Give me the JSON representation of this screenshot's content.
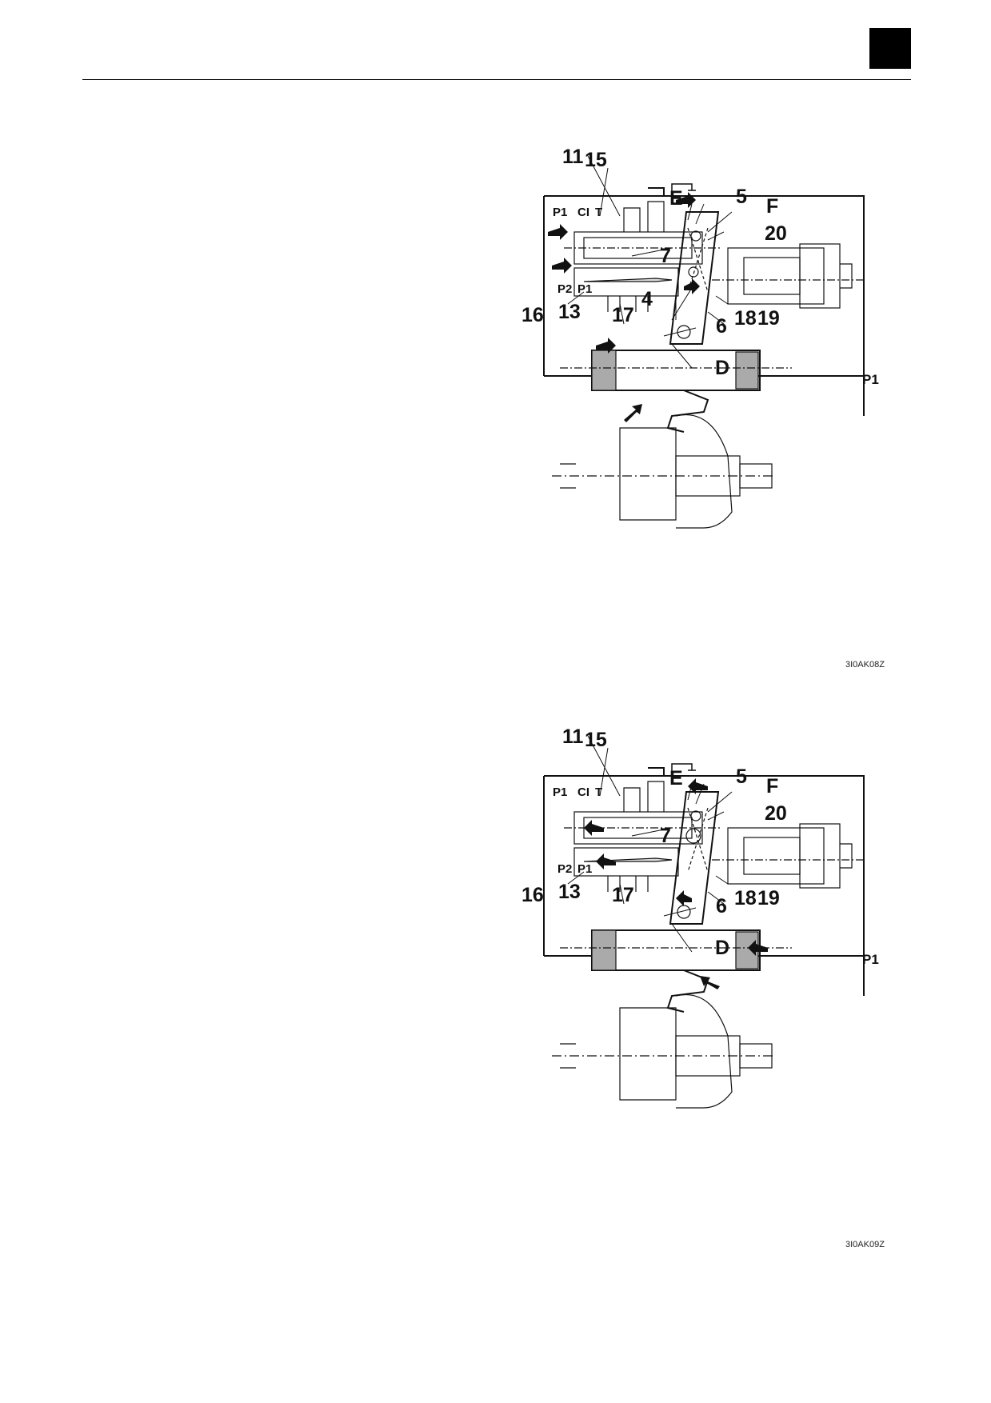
{
  "figures": [
    {
      "id": "top",
      "code": "3I0AK08Z",
      "labels": {
        "n11": "11",
        "n15": "15",
        "E": "E",
        "n5": "5",
        "F": "F",
        "n20": "20",
        "P1a": "P1",
        "CI": "CI",
        "T": "T",
        "n7": "7",
        "P2": "P2",
        "P1b": "P1",
        "n16": "16",
        "n13": "13",
        "n17": "17",
        "n4": "4",
        "n18": "18",
        "n19": "19",
        "n6": "6",
        "D": "D",
        "P1c": "P1"
      }
    },
    {
      "id": "bottom",
      "code": "3I0AK09Z",
      "labels": {
        "n11": "11",
        "n15": "15",
        "E": "E",
        "n5": "5",
        "F": "F",
        "n20": "20",
        "P1a": "P1",
        "CI": "CI",
        "T": "T",
        "n7": "7",
        "P2": "P2",
        "P1b": "P1",
        "n16": "16",
        "n13": "13",
        "n17": "17",
        "n18": "18",
        "n19": "19",
        "n6": "6",
        "D": "D",
        "P1c": "P1"
      }
    }
  ]
}
